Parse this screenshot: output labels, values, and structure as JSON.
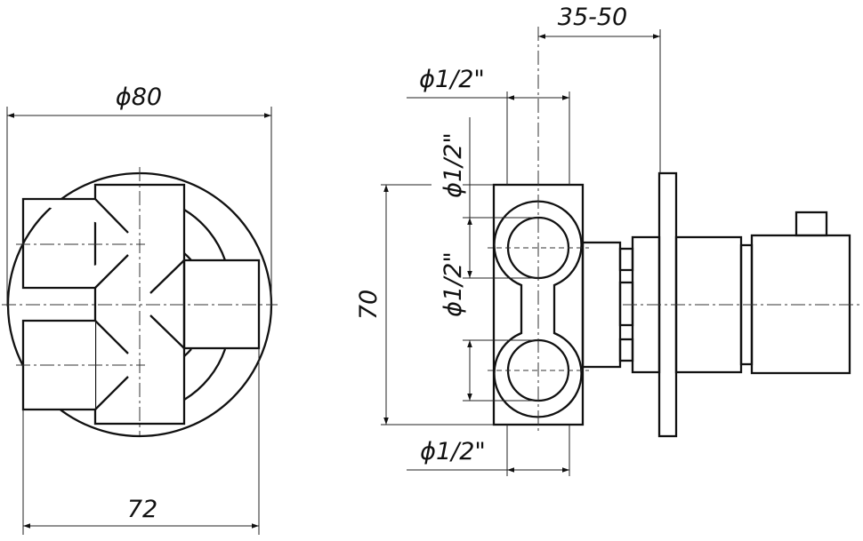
{
  "drawing": {
    "front_view": {
      "diameter_label": "ϕ80",
      "width_label": "72"
    },
    "side_view": {
      "depth_label": "35-50",
      "top_pipe_label": "ϕ1/2\"",
      "upper_port_label": "ϕ1/2\"",
      "lower_port_label": "ϕ1/2\"",
      "height_label": "70",
      "bottom_pipe_label": "ϕ1/2\""
    }
  }
}
